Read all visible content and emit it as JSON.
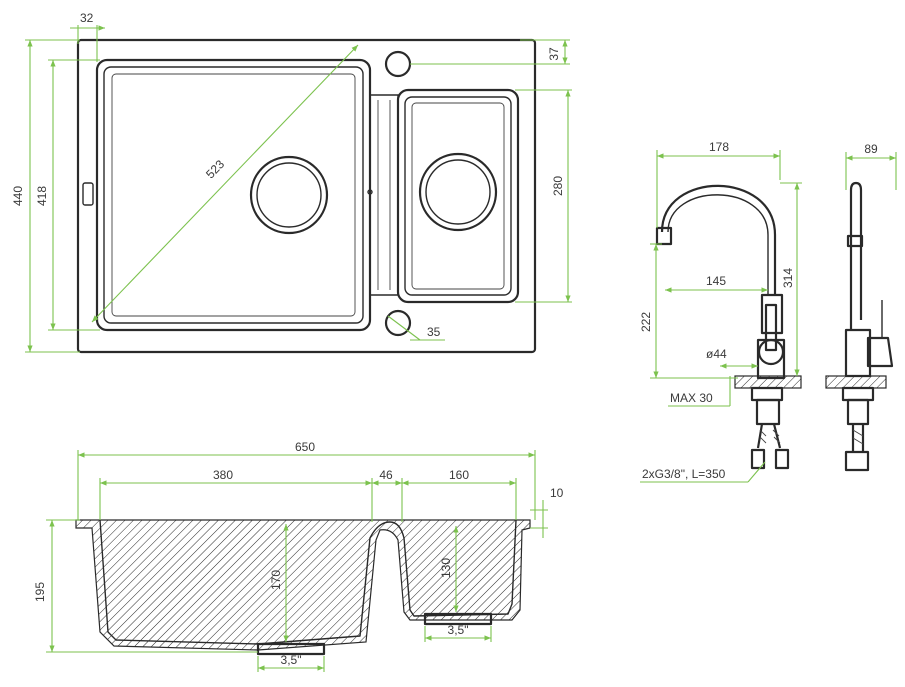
{
  "sink_top": {
    "width_label": "32",
    "overall_height": "440",
    "inner_height": "418",
    "diagonal": "523",
    "tap_offset": "37",
    "bowl_small_height": "280",
    "drain_size": "35"
  },
  "faucet": {
    "reach": "178",
    "spout_inner": "145",
    "height_total": "314",
    "height_spout": "222",
    "base_diameter": "ø44",
    "max_thickness": "MAX 30",
    "hose_spec": "2xG3/8\", L=350",
    "side_depth": "89"
  },
  "sink_section": {
    "overall_width": "650",
    "big_bowl_width": "380",
    "gap": "46",
    "small_bowl_width": "160",
    "rim": "10",
    "total_depth": "195",
    "big_bowl_depth": "170",
    "small_bowl_depth": "130",
    "drain_big": "3,5\"",
    "drain_small": "3,5\""
  },
  "colors": {
    "dimension": "#7cc24e",
    "outline": "#2a2a2a"
  }
}
